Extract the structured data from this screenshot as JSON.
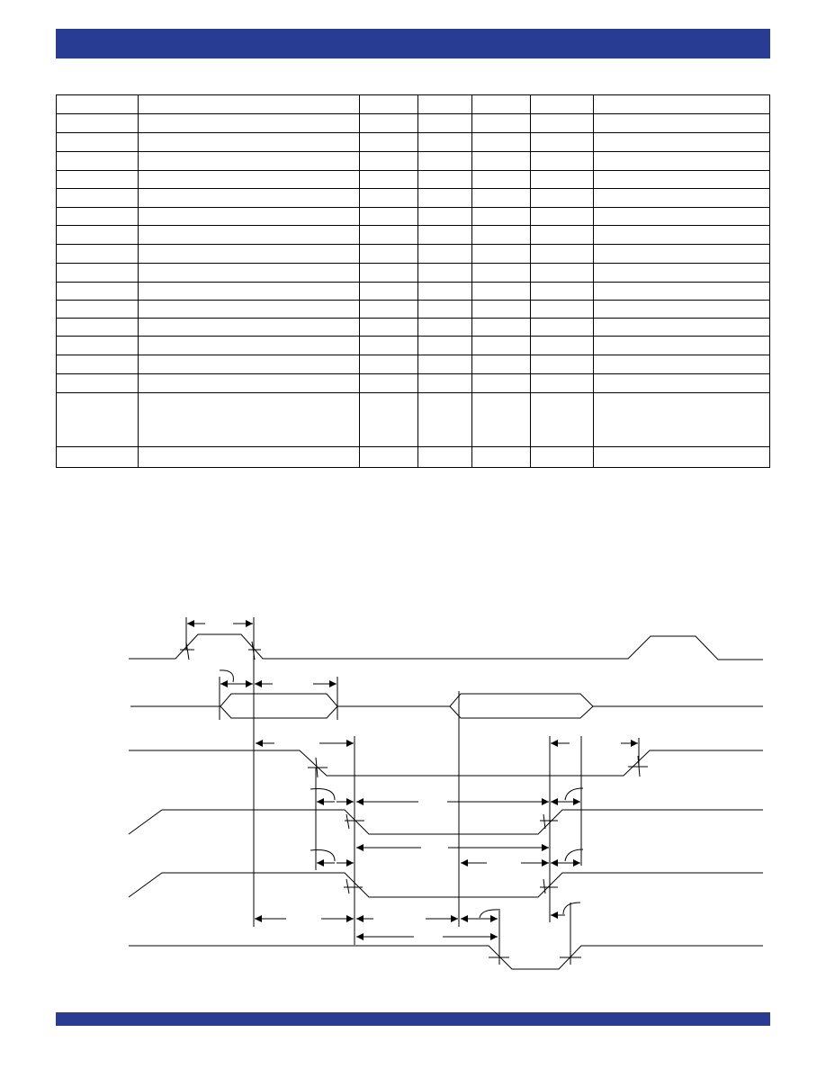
{
  "page": {
    "header_bar_color": "#283c94",
    "footer_bar_color": "#283c94",
    "line_color": "#000000"
  },
  "spec_table": {
    "column_count": 7,
    "row_count": 19,
    "header_row": [
      "",
      "",
      "",
      "",
      "",
      "",
      ""
    ],
    "rows": [
      [
        "",
        "",
        "",
        "",
        "",
        "",
        ""
      ],
      [
        "",
        "",
        "",
        "",
        "",
        "",
        ""
      ],
      [
        "",
        "",
        "",
        "",
        "",
        "",
        ""
      ],
      [
        "",
        "",
        "",
        "",
        "",
        "",
        ""
      ],
      [
        "",
        "",
        "",
        "",
        "",
        "",
        ""
      ],
      [
        "",
        "",
        "",
        "",
        "",
        "",
        ""
      ],
      [
        "",
        "",
        "",
        "",
        "",
        "",
        ""
      ],
      [
        "",
        "",
        "",
        "",
        "",
        "",
        ""
      ],
      [
        "",
        "",
        "",
        "",
        "",
        "",
        ""
      ],
      [
        "",
        "",
        "",
        "",
        "",
        "",
        ""
      ],
      [
        "",
        "",
        "",
        "",
        "",
        "",
        ""
      ],
      [
        "",
        "",
        "",
        "",
        "",
        "",
        ""
      ],
      [
        "",
        "",
        "",
        "",
        "",
        "",
        ""
      ],
      [
        "",
        "",
        "",
        "",
        "",
        "",
        ""
      ],
      [
        "",
        "",
        "",
        "",
        "",
        "",
        ""
      ],
      [
        "",
        "",
        "",
        "",
        "",
        "",
        ""
      ],
      [
        "",
        "",
        "",
        "",
        "",
        "",
        ""
      ],
      [
        "",
        "",
        "",
        "",
        "",
        "",
        ""
      ]
    ]
  },
  "timing_diagram": {
    "signal_count": 6,
    "signal_labels": [
      "",
      "",
      "",
      "",
      "",
      ""
    ]
  }
}
